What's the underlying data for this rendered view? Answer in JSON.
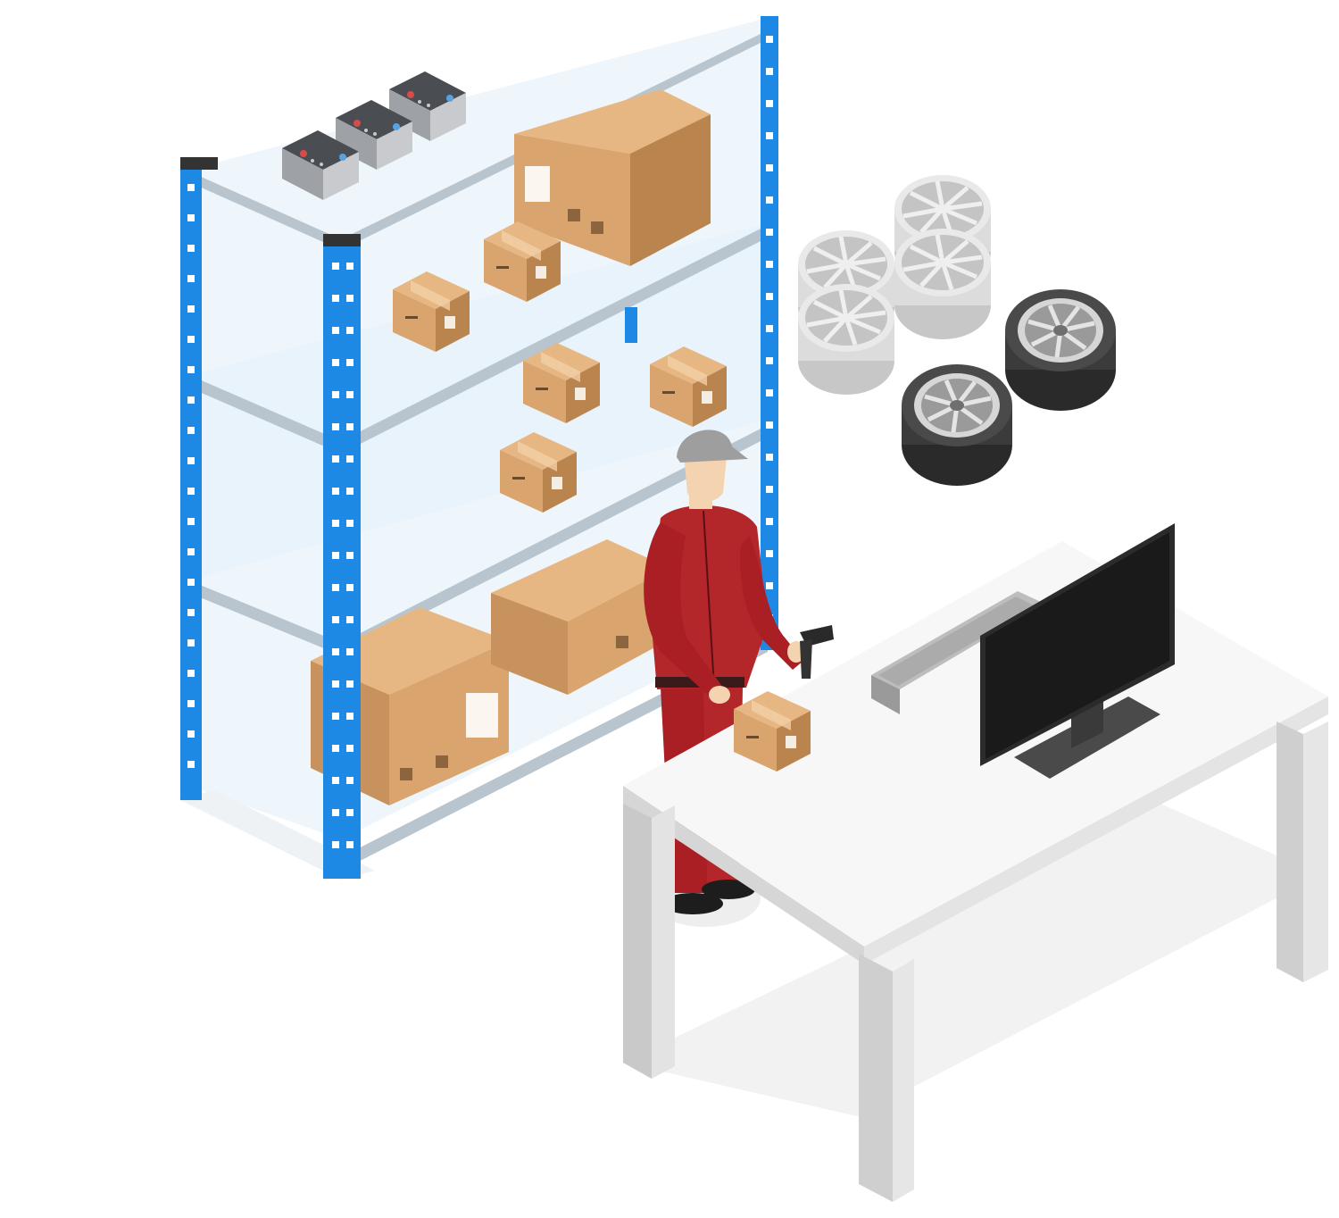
{
  "scene": {
    "shelving_unit": {
      "levels": 4,
      "rack_color": "#1e88e5",
      "shelf_color": "#e8f3fb"
    },
    "batteries_count": 3,
    "boxes_on_shelves_count": 9,
    "wheels": {
      "rims_count": 4,
      "tires_count": 2
    },
    "worker": {
      "uniform_color": "#b3262a",
      "cap_color": "#9e9e9e",
      "tool": "barcode-scanner"
    },
    "desk": {
      "items": [
        "keyboard",
        "monitor",
        "box"
      ],
      "color": "#f5f5f5"
    },
    "colors": {
      "cardboard": "#d9a46e",
      "cardboard_dark": "#b9844e",
      "monitor": "#2b2b2b"
    }
  }
}
